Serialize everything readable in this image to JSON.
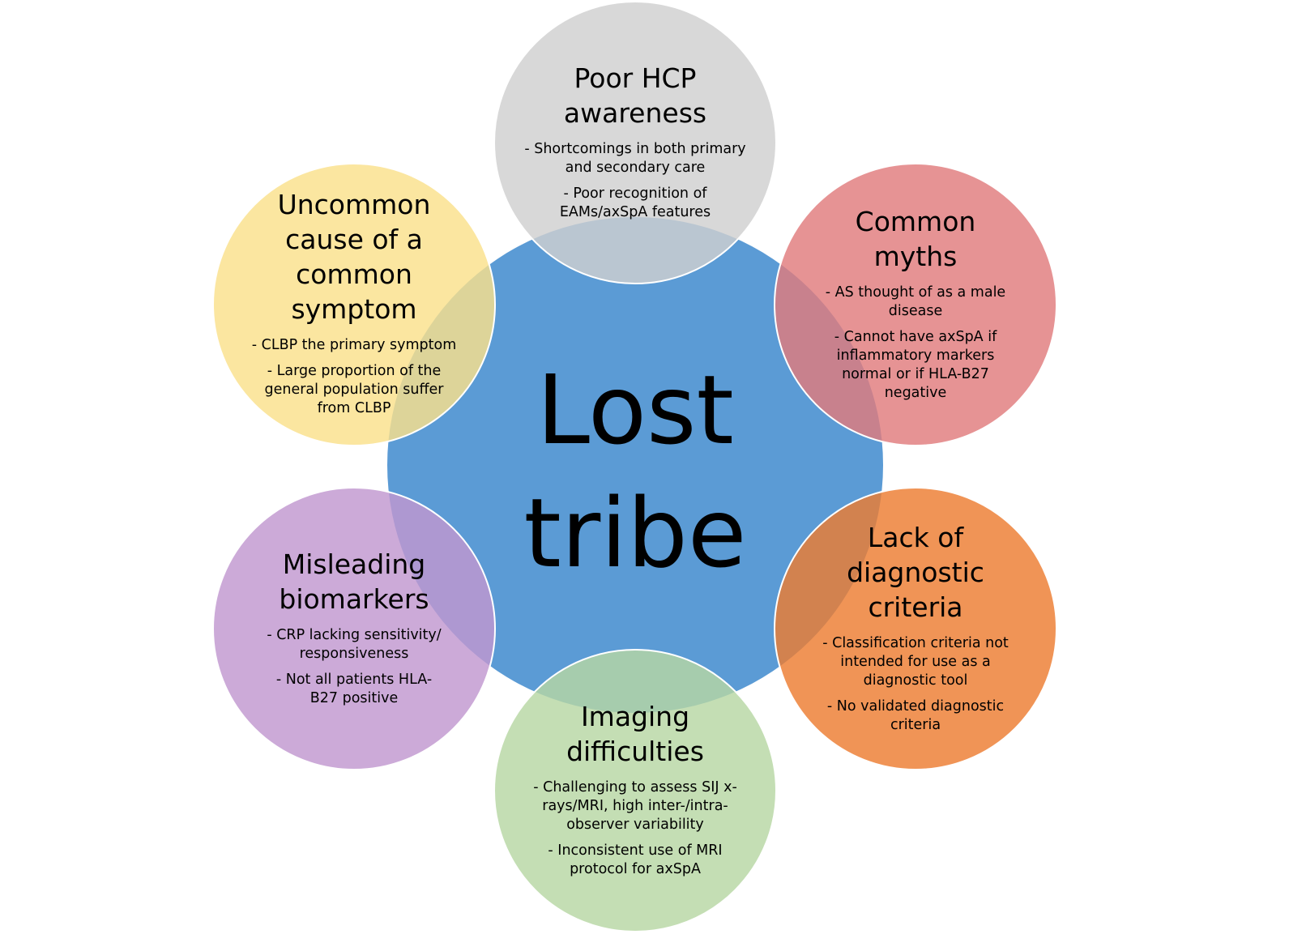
{
  "center": {
    "line1": "Lost",
    "line2": "tribe"
  },
  "colors": {
    "center": "#5b9bd5",
    "top": "#cfcfcf",
    "top_right": "#e07b7c",
    "bottom_right": "#ed7d31",
    "bottom": "#b7d7a4",
    "bottom_left": "#c197d0",
    "top_left": "#fae08b"
  },
  "petals": {
    "top": {
      "title": "Poor HCP awareness",
      "points": [
        "- Shortcomings in both primary and secondary care",
        "- Poor recognition of EAMs/axSpA features"
      ]
    },
    "top_right": {
      "title": "Common myths",
      "points": [
        "- AS thought of as a male disease",
        "- Cannot have axSpA if inflammatory markers normal or if HLA-B27 negative"
      ]
    },
    "bottom_right": {
      "title": "Lack of diagnostic criteria",
      "points": [
        "- Classification criteria not intended for use as a diagnostic tool",
        "- No validated diagnostic criteria"
      ]
    },
    "bottom": {
      "title": "Imaging difficulties",
      "points": [
        "- Challenging to assess SIJ x-rays/MRI, high inter-/intra-observer variability",
        "- Inconsistent use of MRI protocol for axSpA"
      ]
    },
    "bottom_left": {
      "title": "Misleading biomarkers",
      "points": [
        "- CRP lacking sensitivity/ responsiveness",
        "- Not all patients HLA-B27 positive"
      ]
    },
    "top_left": {
      "title": "Uncommon cause of a common symptom",
      "points": [
        "- CLBP the primary symptom",
        "- Large proportion of the general population suffer from CLBP"
      ]
    }
  }
}
